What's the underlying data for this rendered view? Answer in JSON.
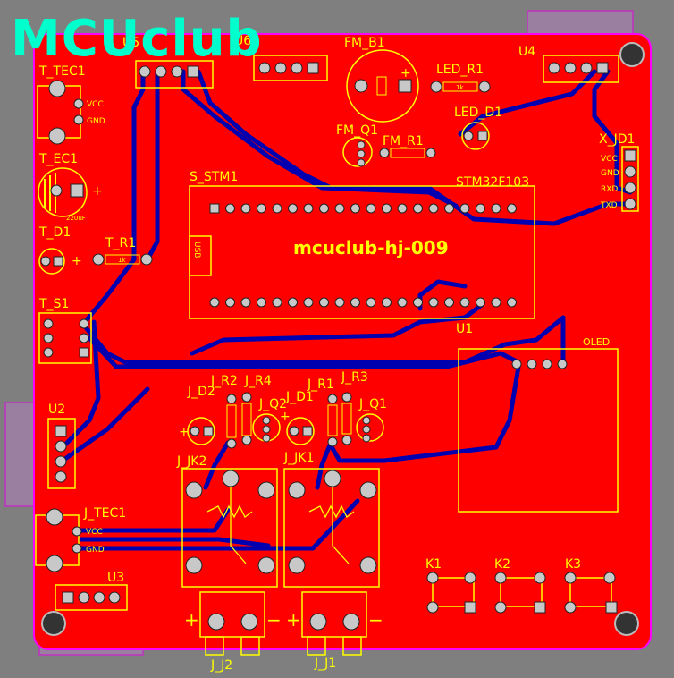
{
  "brand": "MCUclub",
  "board": {
    "title": "mcuclub-hj-009",
    "mcu_model": "STM32F103"
  },
  "refs": {
    "u5": "U5",
    "u6": "U6",
    "u4": "U4",
    "u1": "U1",
    "u2": "U2",
    "u3": "U3",
    "fm_b1": "FM_B1",
    "fm_q1": "FM_Q1",
    "fm_r1": "FM_R1",
    "led_r1": "LED_R1",
    "led_d1": "LED_D1",
    "t_tec1": "T_TEC1",
    "t_ec1": "T_EC1",
    "t_d1": "T_D1",
    "t_r1": "T_R1",
    "t_s1": "T_S1",
    "s_stm1": "S_STM1",
    "x_jd1": "X_JD1",
    "oled": "OLED",
    "j_r2": "J_R2",
    "j_r4": "J_R4",
    "j_d2": "J_D2",
    "j_q2": "J_Q2",
    "j_d1": "J_D1",
    "j_r1": "J_R1",
    "j_r3": "J_R3",
    "j_q1": "J_Q1",
    "j_jk2": "J_JK2",
    "j_jk1": "J_JK1",
    "j_tec1": "J_TEC1",
    "k1": "K1",
    "k2": "K2",
    "k3": "K3",
    "j_j2": "J_J2",
    "j_j1": "J_J1"
  },
  "pin_labels": {
    "vcc": "VCC",
    "gnd": "GND",
    "rxd": "RXD",
    "txd": "TXD",
    "usb": "USB",
    "cap_value": "220uF",
    "resistor_value": "1k",
    "plus": "+",
    "minus": "−"
  },
  "colors": {
    "board": "#ff0000",
    "silkscreen": "#ffff00",
    "trace": "#0000b0",
    "outline": "#ff00ff",
    "logo": "#00ffcc",
    "background": "#7f7f7f"
  }
}
